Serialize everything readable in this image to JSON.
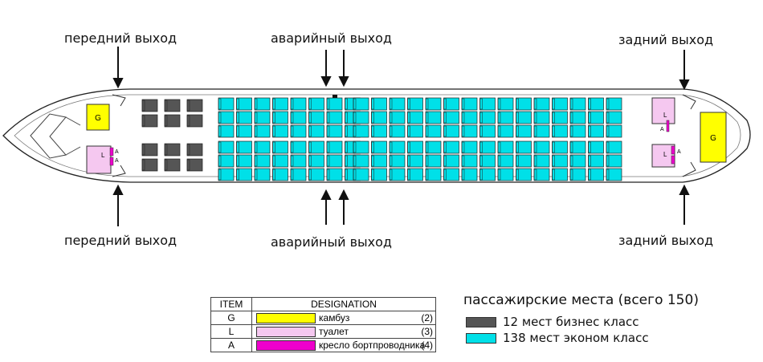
{
  "exits": {
    "front_top": "передний выход",
    "emergency_top": "аварийный выход",
    "rear_top": "задний выход",
    "front_bottom": "передний выход",
    "emergency_bottom": "аварийный выход",
    "rear_bottom": "задний выход"
  },
  "cabin_labels": {
    "galley": "G",
    "lavatory": "L",
    "attendant": "A"
  },
  "legend": {
    "header_item": "ITEM",
    "header_designation": "DESIGNATION",
    "rows": [
      {
        "code": "G",
        "label": "камбуз",
        "count": "(2)",
        "color": "#ffff00"
      },
      {
        "code": "L",
        "label": "туалет",
        "count": "(3)",
        "color": "#f5c8f0"
      },
      {
        "code": "A",
        "label": "кресло бортпроводника",
        "count": "(4)",
        "color": "#ee00cc"
      }
    ]
  },
  "passenger_seats": {
    "title": "пассажирские места (всего 150)",
    "business": {
      "label": "12 мест бизнес класс",
      "color": "#555555"
    },
    "economy": {
      "label": "138 мест эконом класс",
      "color": "#00e0e8"
    }
  },
  "seat_config": {
    "business_columns": 3,
    "economy_columns_front": 8,
    "economy_columns_rear": 15,
    "seats_per_column_side": 3
  }
}
